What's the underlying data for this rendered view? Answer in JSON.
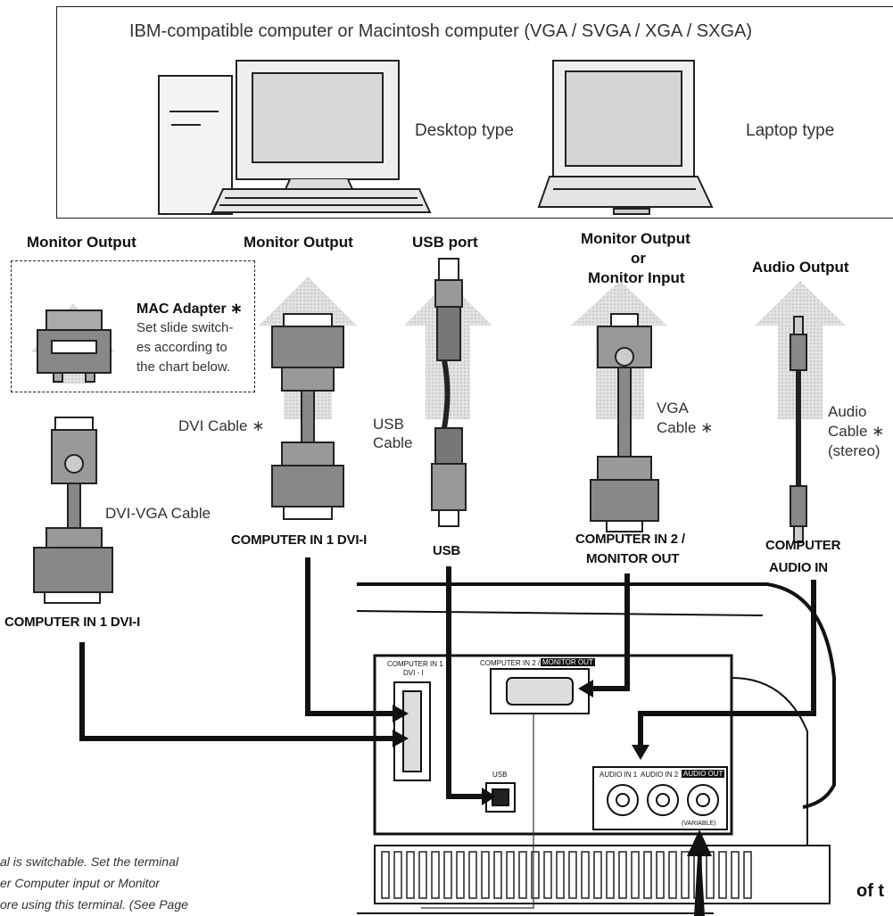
{
  "computer_box": {
    "title": "IBM-compatible computer or Macintosh computer (VGA / SVGA / XGA / SXGA)",
    "desktop_label": "Desktop type",
    "laptop_label": "Laptop type"
  },
  "columns": {
    "col1": {
      "heading": "Monitor Output",
      "cable_label": "DVI-VGA Cable",
      "port_label": "COMPUTER IN 1 DVI-I"
    },
    "col2": {
      "heading": "Monitor Output",
      "cable_label": "DVI Cable ∗",
      "port_label": "COMPUTER IN 1 DVI-I"
    },
    "col3": {
      "heading": "USB port",
      "cable_label_line1": "USB",
      "cable_label_line2": "Cable",
      "port_label": "USB"
    },
    "col4": {
      "heading_line1": "Monitor Output",
      "heading_line2": "or",
      "heading_line3": "Monitor Input",
      "cable_label_line1": "VGA",
      "cable_label_line2": "Cable ∗",
      "port_label_line1": "COMPUTER IN 2 /",
      "port_label_line2": "MONITOR OUT"
    },
    "col5": {
      "heading": "Audio Output",
      "cable_label_line1": "Audio",
      "cable_label_line2": "Cable ∗",
      "cable_label_line3": "(stereo)",
      "port_label_line1": "COMPUTER",
      "port_label_line2": "AUDIO  IN"
    }
  },
  "mac_adapter": {
    "title": "MAC Adapter ∗",
    "desc_line1": "Set slide switch-",
    "desc_line2": "es according to",
    "desc_line3": "the chart below."
  },
  "panel": {
    "computer_in1": "COMPUTER IN 1",
    "dvi_i": "DVI - I",
    "computer_in2": "COMPUTER IN 2 /",
    "monitor_out": "MONITOR OUT",
    "usb": "USB",
    "audio_in1": "AUDIO IN 1",
    "audio_in2": "AUDIO IN 2",
    "audio_out": "AUDIO OUT",
    "variable": "(VARIABLE)"
  },
  "note": {
    "line1": "al is switchable. Set the terminal",
    "line2": "er Computer input or Monitor",
    "line3": "ore using this terminal.  (See Page"
  },
  "right_edge_text": "of t"
}
